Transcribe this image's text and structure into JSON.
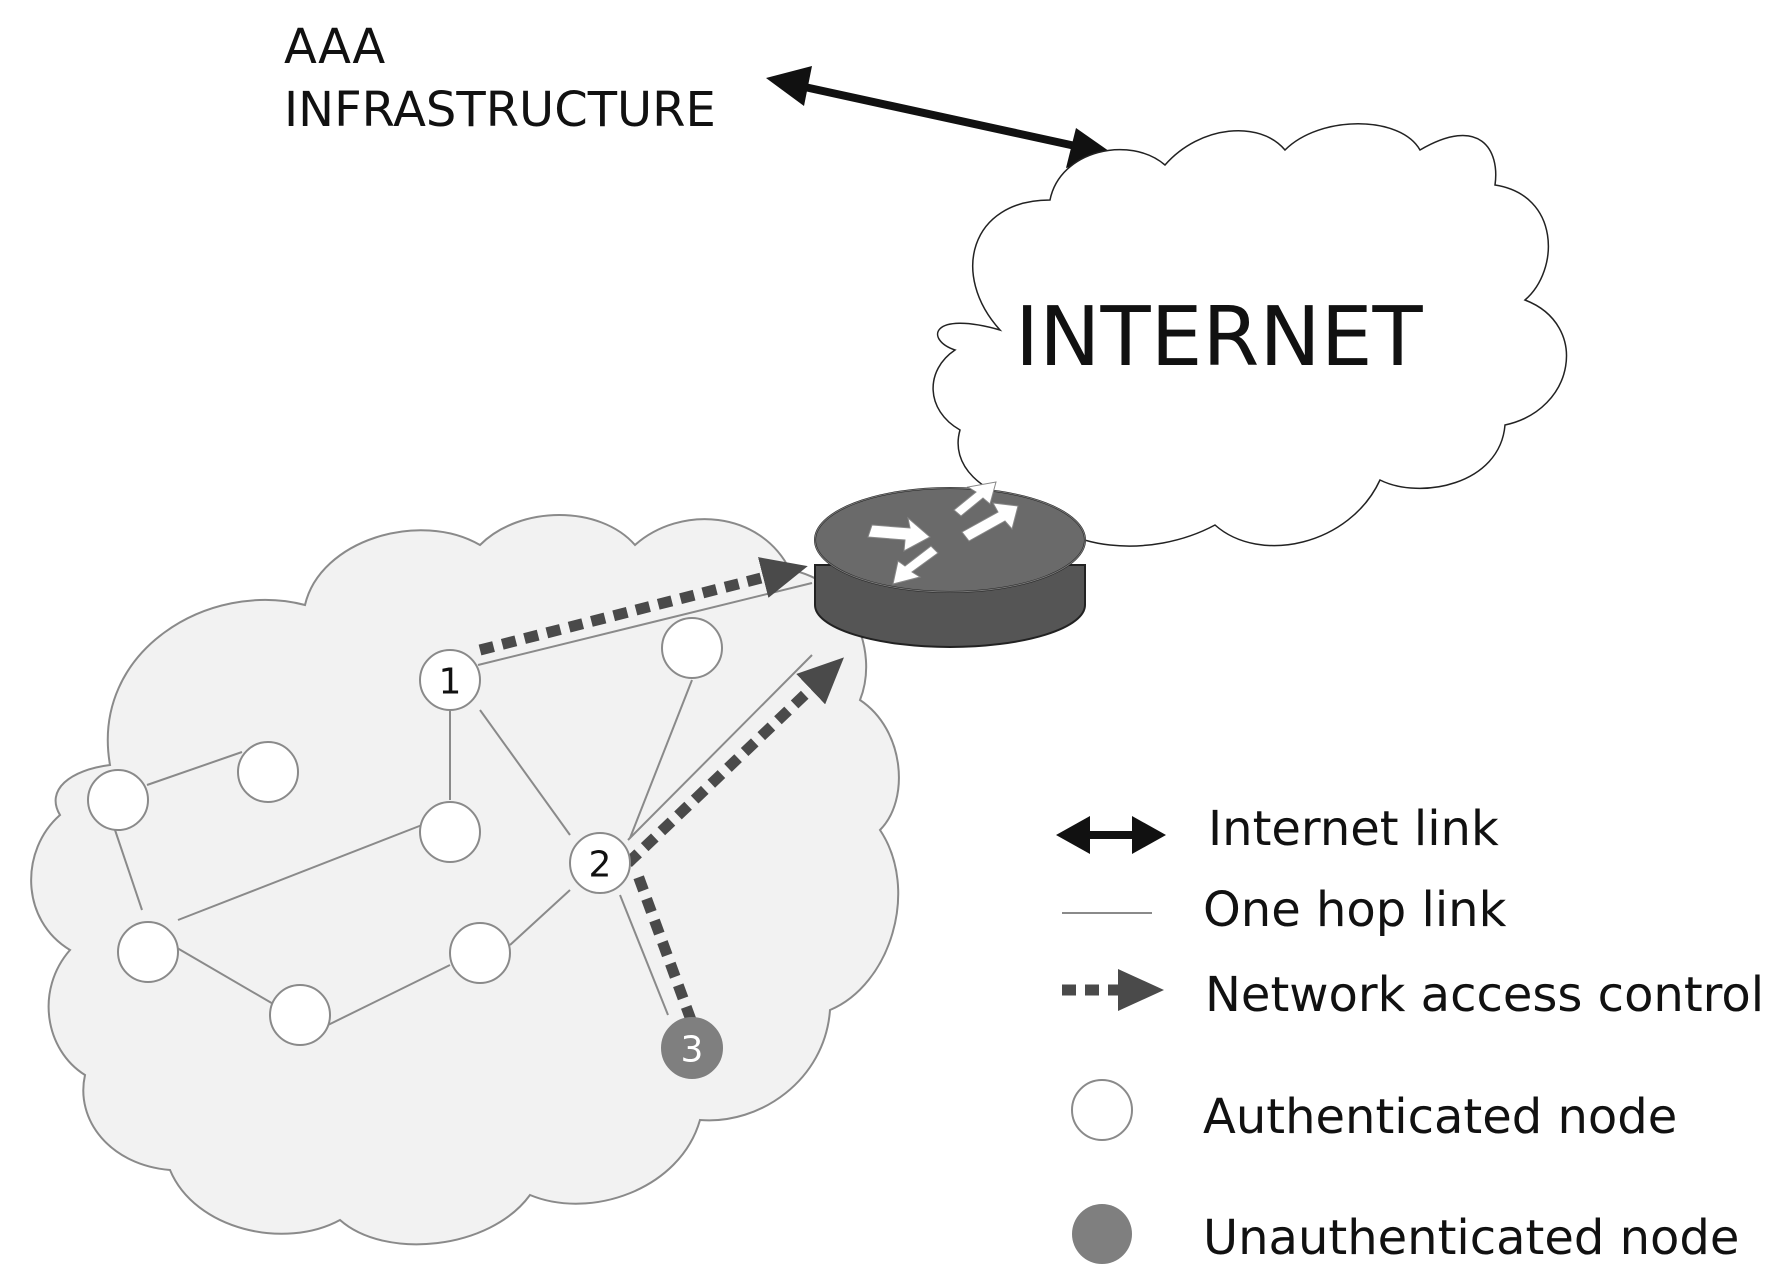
{
  "aaa_label": {
    "line1": "AAA",
    "line2": "INFRASTRUCTURE"
  },
  "internet_label": "INTERNET",
  "nodes": {
    "n1": "1",
    "n2": "2",
    "n3": "3"
  },
  "legend": {
    "internet_link": "Internet link",
    "one_hop_link": "One hop link",
    "network_access_control": "Network access control",
    "authenticated_node": "Authenticated node",
    "unauthenticated_node": "Unauthenticated node"
  },
  "colors": {
    "mesh_fill": "#f2f2f2",
    "mesh_stroke": "#8a8a8a",
    "link": "#8a8a8a",
    "access_control": "#4a4a4a",
    "internet_arrow": "#111111",
    "router": "#5e5e5e",
    "unauth_node": "#7f7f7f"
  }
}
